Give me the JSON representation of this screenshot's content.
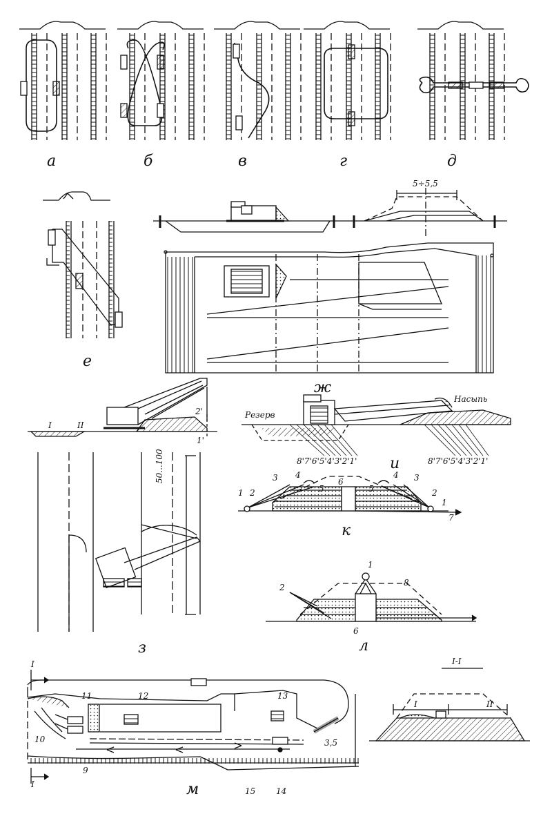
{
  "panels": {
    "a": "а",
    "b": "б",
    "v": "в",
    "g": "г",
    "d": "д",
    "e": "е",
    "zh": "ж",
    "z": "з",
    "i": "и",
    "k": "к",
    "l": "л",
    "m": "м"
  },
  "zh_dimension": "5÷5,5",
  "z_dimension": "50...100",
  "z_labels": {
    "I": "I",
    "II": "II",
    "two_prime": "2'",
    "one_prime": "1'"
  },
  "i_labels": {
    "reserve": "Резерв",
    "fill": "Насыпь",
    "steps_left": "8'7'6'5'4'3'2'1'",
    "steps_right": "8'7'6'5'4'3'2'1'"
  },
  "k_labels": [
    "1",
    "2",
    "3",
    "4",
    "5",
    "6",
    "5",
    "4",
    "3",
    "2",
    "1",
    "7"
  ],
  "l_labels": [
    "1",
    "2",
    "8",
    "6"
  ],
  "m_labels": [
    "11",
    "12",
    "13",
    "10",
    "9",
    "15",
    "14",
    "3,5"
  ],
  "m_section_marks": {
    "top": "I",
    "bottom": "I"
  },
  "section": {
    "title": "I-I",
    "left": "I",
    "right": "II"
  }
}
